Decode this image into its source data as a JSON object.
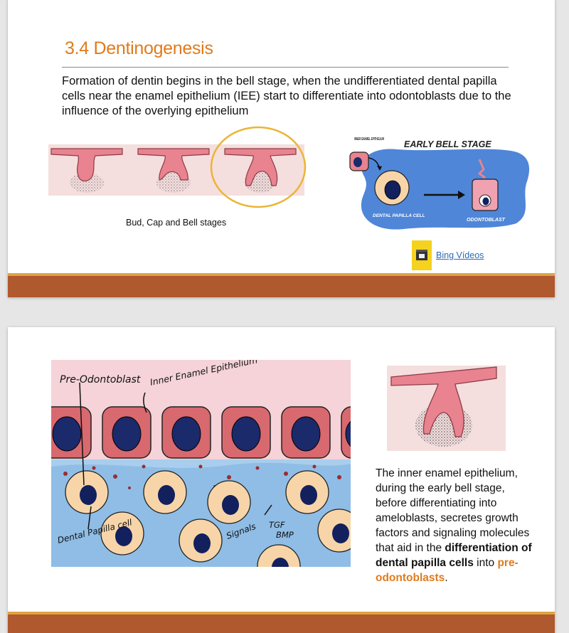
{
  "slide1": {
    "title": "3.4 Dentinogenesis",
    "body": "Formation of dentin begins in the bell stage, when the undifferentiated dental papilla cells near the enamel epithelium (IEE) start to differentiate into odontoblasts due to the influence of the overlying epithelium",
    "caption": "Bud, Cap and Bell stages",
    "bell_diagram": {
      "label_iee": "INNER ENAMEL EPITHELIUM",
      "title": "EARLY BELL STAGE",
      "label_papilla": "DENTAL PAPILLA CELL",
      "label_odontoblast": "ODONTOBLAST"
    },
    "video_link": "Bing Vídeos"
  },
  "slide2": {
    "cells_figure": {
      "label_pre_odontoblast": "Pre-Odontoblast",
      "label_iee": "Inner Enamel Epithelium",
      "label_papilla": "Dental Papilla cell",
      "label_signals": "Signals",
      "label_tgf": "TGF",
      "label_bmp": "BMP"
    },
    "para_part1": "The inner enamel epithelium, during the early bell stage, before differentiating into ameloblasts, secretes growth factors and signaling molecules that aid in the ",
    "para_bold": "differentiation of dental papilla cells",
    "para_part2": " into ",
    "para_orange": "pre-odontoblasts",
    "para_end": "."
  },
  "colors": {
    "accent": "#e07b1c",
    "footer": "#b0582e",
    "footer_gold": "#e0a341",
    "link": "#2a6ab8",
    "enamel_pink": "#e57f8c",
    "papilla_blue": "#4f86d8"
  }
}
